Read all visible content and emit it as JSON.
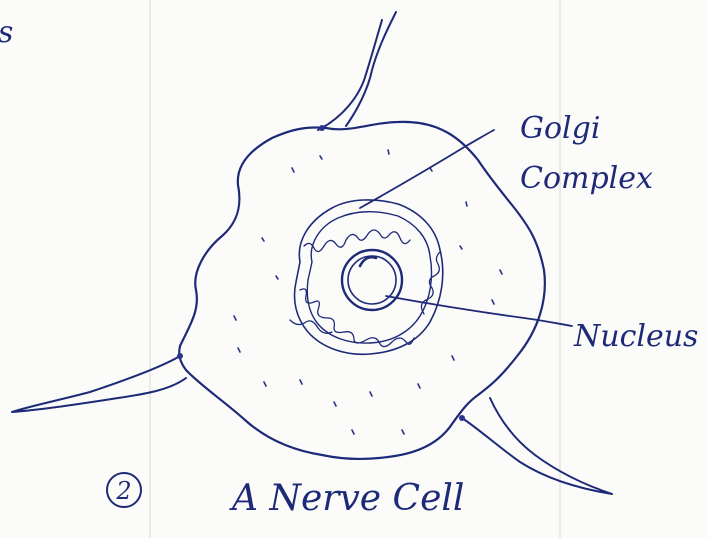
{
  "labels": {
    "top_left_fragment": "s",
    "golgi_line1": "Golgi",
    "golgi_line2": "Complex",
    "nucleus": "Nucleus",
    "figure_number": "2",
    "caption": "A Nerve Cell"
  },
  "colors": {
    "ink": "#1e2a78",
    "paper": "#fbfbf9"
  }
}
